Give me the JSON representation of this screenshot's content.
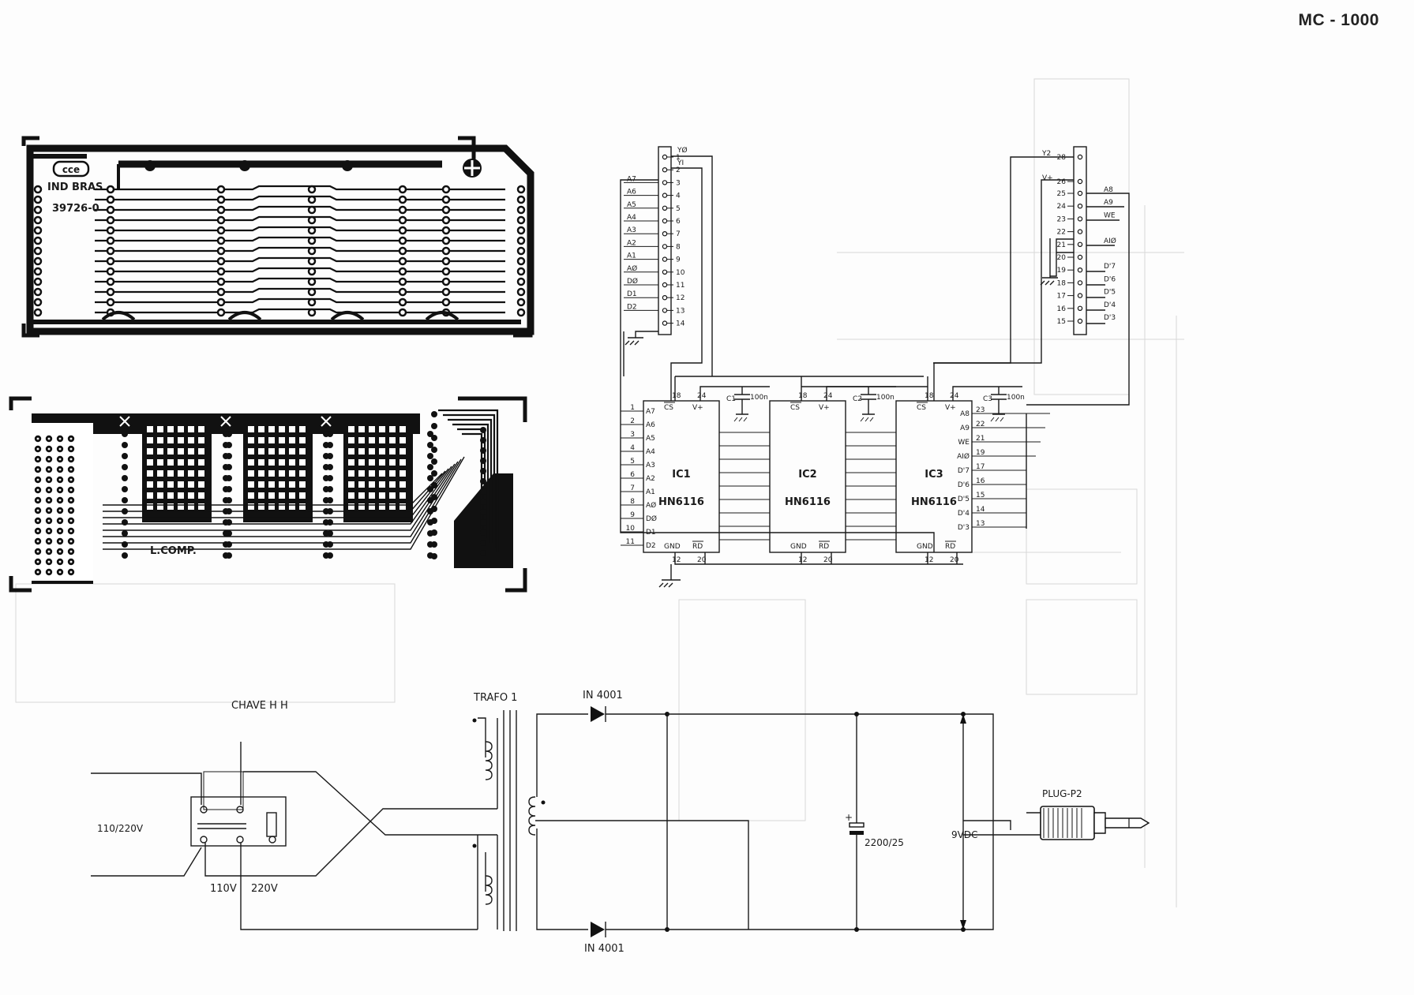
{
  "page_title": "MC - 1000",
  "pcb_top": {
    "logo": "cce",
    "maker": "IND BRAS",
    "part_number": "39726-0"
  },
  "pcb_bottom": {
    "label": "L.COMP."
  },
  "connector_left": {
    "pins": [
      {
        "num": "1",
        "signal": "YØ"
      },
      {
        "num": "2",
        "signal": "YI"
      },
      {
        "num": "3",
        "signal": "A7"
      },
      {
        "num": "4",
        "signal": "A6"
      },
      {
        "num": "5",
        "signal": "A5"
      },
      {
        "num": "6",
        "signal": "A4"
      },
      {
        "num": "7",
        "signal": "A3"
      },
      {
        "num": "8",
        "signal": "A2"
      },
      {
        "num": "9",
        "signal": "A1"
      },
      {
        "num": "10",
        "signal": "AØ"
      },
      {
        "num": "11",
        "signal": "DØ"
      },
      {
        "num": "12",
        "signal": "D1"
      },
      {
        "num": "13",
        "signal": "D2"
      },
      {
        "num": "14",
        "signal": ""
      }
    ]
  },
  "connector_right": {
    "pins": [
      {
        "num": "28",
        "signal": "Y2"
      },
      {
        "num": "26",
        "signal": "V+"
      },
      {
        "num": "25",
        "signal": "A8"
      },
      {
        "num": "24",
        "signal": "A9"
      },
      {
        "num": "23",
        "signal": "WE"
      },
      {
        "num": "22",
        "signal": ""
      },
      {
        "num": "21",
        "signal": "AIØ"
      },
      {
        "num": "20",
        "signal": ""
      },
      {
        "num": "19",
        "signal": "D'7"
      },
      {
        "num": "18",
        "signal": "D'6"
      },
      {
        "num": "17",
        "signal": "D'5"
      },
      {
        "num": "16",
        "signal": "D'4"
      },
      {
        "num": "15",
        "signal": "D'3"
      }
    ]
  },
  "ics": [
    {
      "name": "IC1",
      "part": "HN6116"
    },
    {
      "name": "IC2",
      "part": "HN6116"
    },
    {
      "name": "IC3",
      "part": "HN6116"
    }
  ],
  "ic_pins": {
    "cs": "CS",
    "vplus": "V+",
    "gnd": "GND",
    "rd": "RD",
    "pin18": "18",
    "pin24": "24",
    "pin12": "12",
    "pin20": "20"
  },
  "ic1_left_pins": [
    {
      "num": "1",
      "signal": "A7"
    },
    {
      "num": "2",
      "signal": "A6"
    },
    {
      "num": "3",
      "signal": "A5"
    },
    {
      "num": "4",
      "signal": "A4"
    },
    {
      "num": "5",
      "signal": "A3"
    },
    {
      "num": "6",
      "signal": "A2"
    },
    {
      "num": "7",
      "signal": "A1"
    },
    {
      "num": "8",
      "signal": "AØ"
    },
    {
      "num": "9",
      "signal": "DØ"
    },
    {
      "num": "10",
      "signal": "D1"
    },
    {
      "num": "11",
      "signal": "D2"
    }
  ],
  "ic3_right_pins": [
    {
      "num": "23",
      "signal": "A8"
    },
    {
      "num": "22",
      "signal": "A9"
    },
    {
      "num": "21",
      "signal": "WE"
    },
    {
      "num": "19",
      "signal": "AIØ"
    },
    {
      "num": "17",
      "signal": "D'7"
    },
    {
      "num": "16",
      "signal": "D'6"
    },
    {
      "num": "15",
      "signal": "D'5"
    },
    {
      "num": "14",
      "signal": "D'4"
    },
    {
      "num": "13",
      "signal": "D'3"
    }
  ],
  "capacitors": [
    {
      "name": "C1",
      "value": "100n"
    },
    {
      "name": "C2",
      "value": "100n"
    },
    {
      "name": "C3",
      "value": "100n"
    }
  ],
  "power_supply": {
    "switch_label": "CHAVE H H",
    "mains_label": "110/220V",
    "v110_label": "110V",
    "v220_label": "220V",
    "transformer_label": "TRAFO  1",
    "diode_top": "IN 4001",
    "diode_bottom": "IN 4001",
    "capacitor_label": "2200/25",
    "output_label": "9VDC",
    "plug_label": "PLUG-P2"
  }
}
